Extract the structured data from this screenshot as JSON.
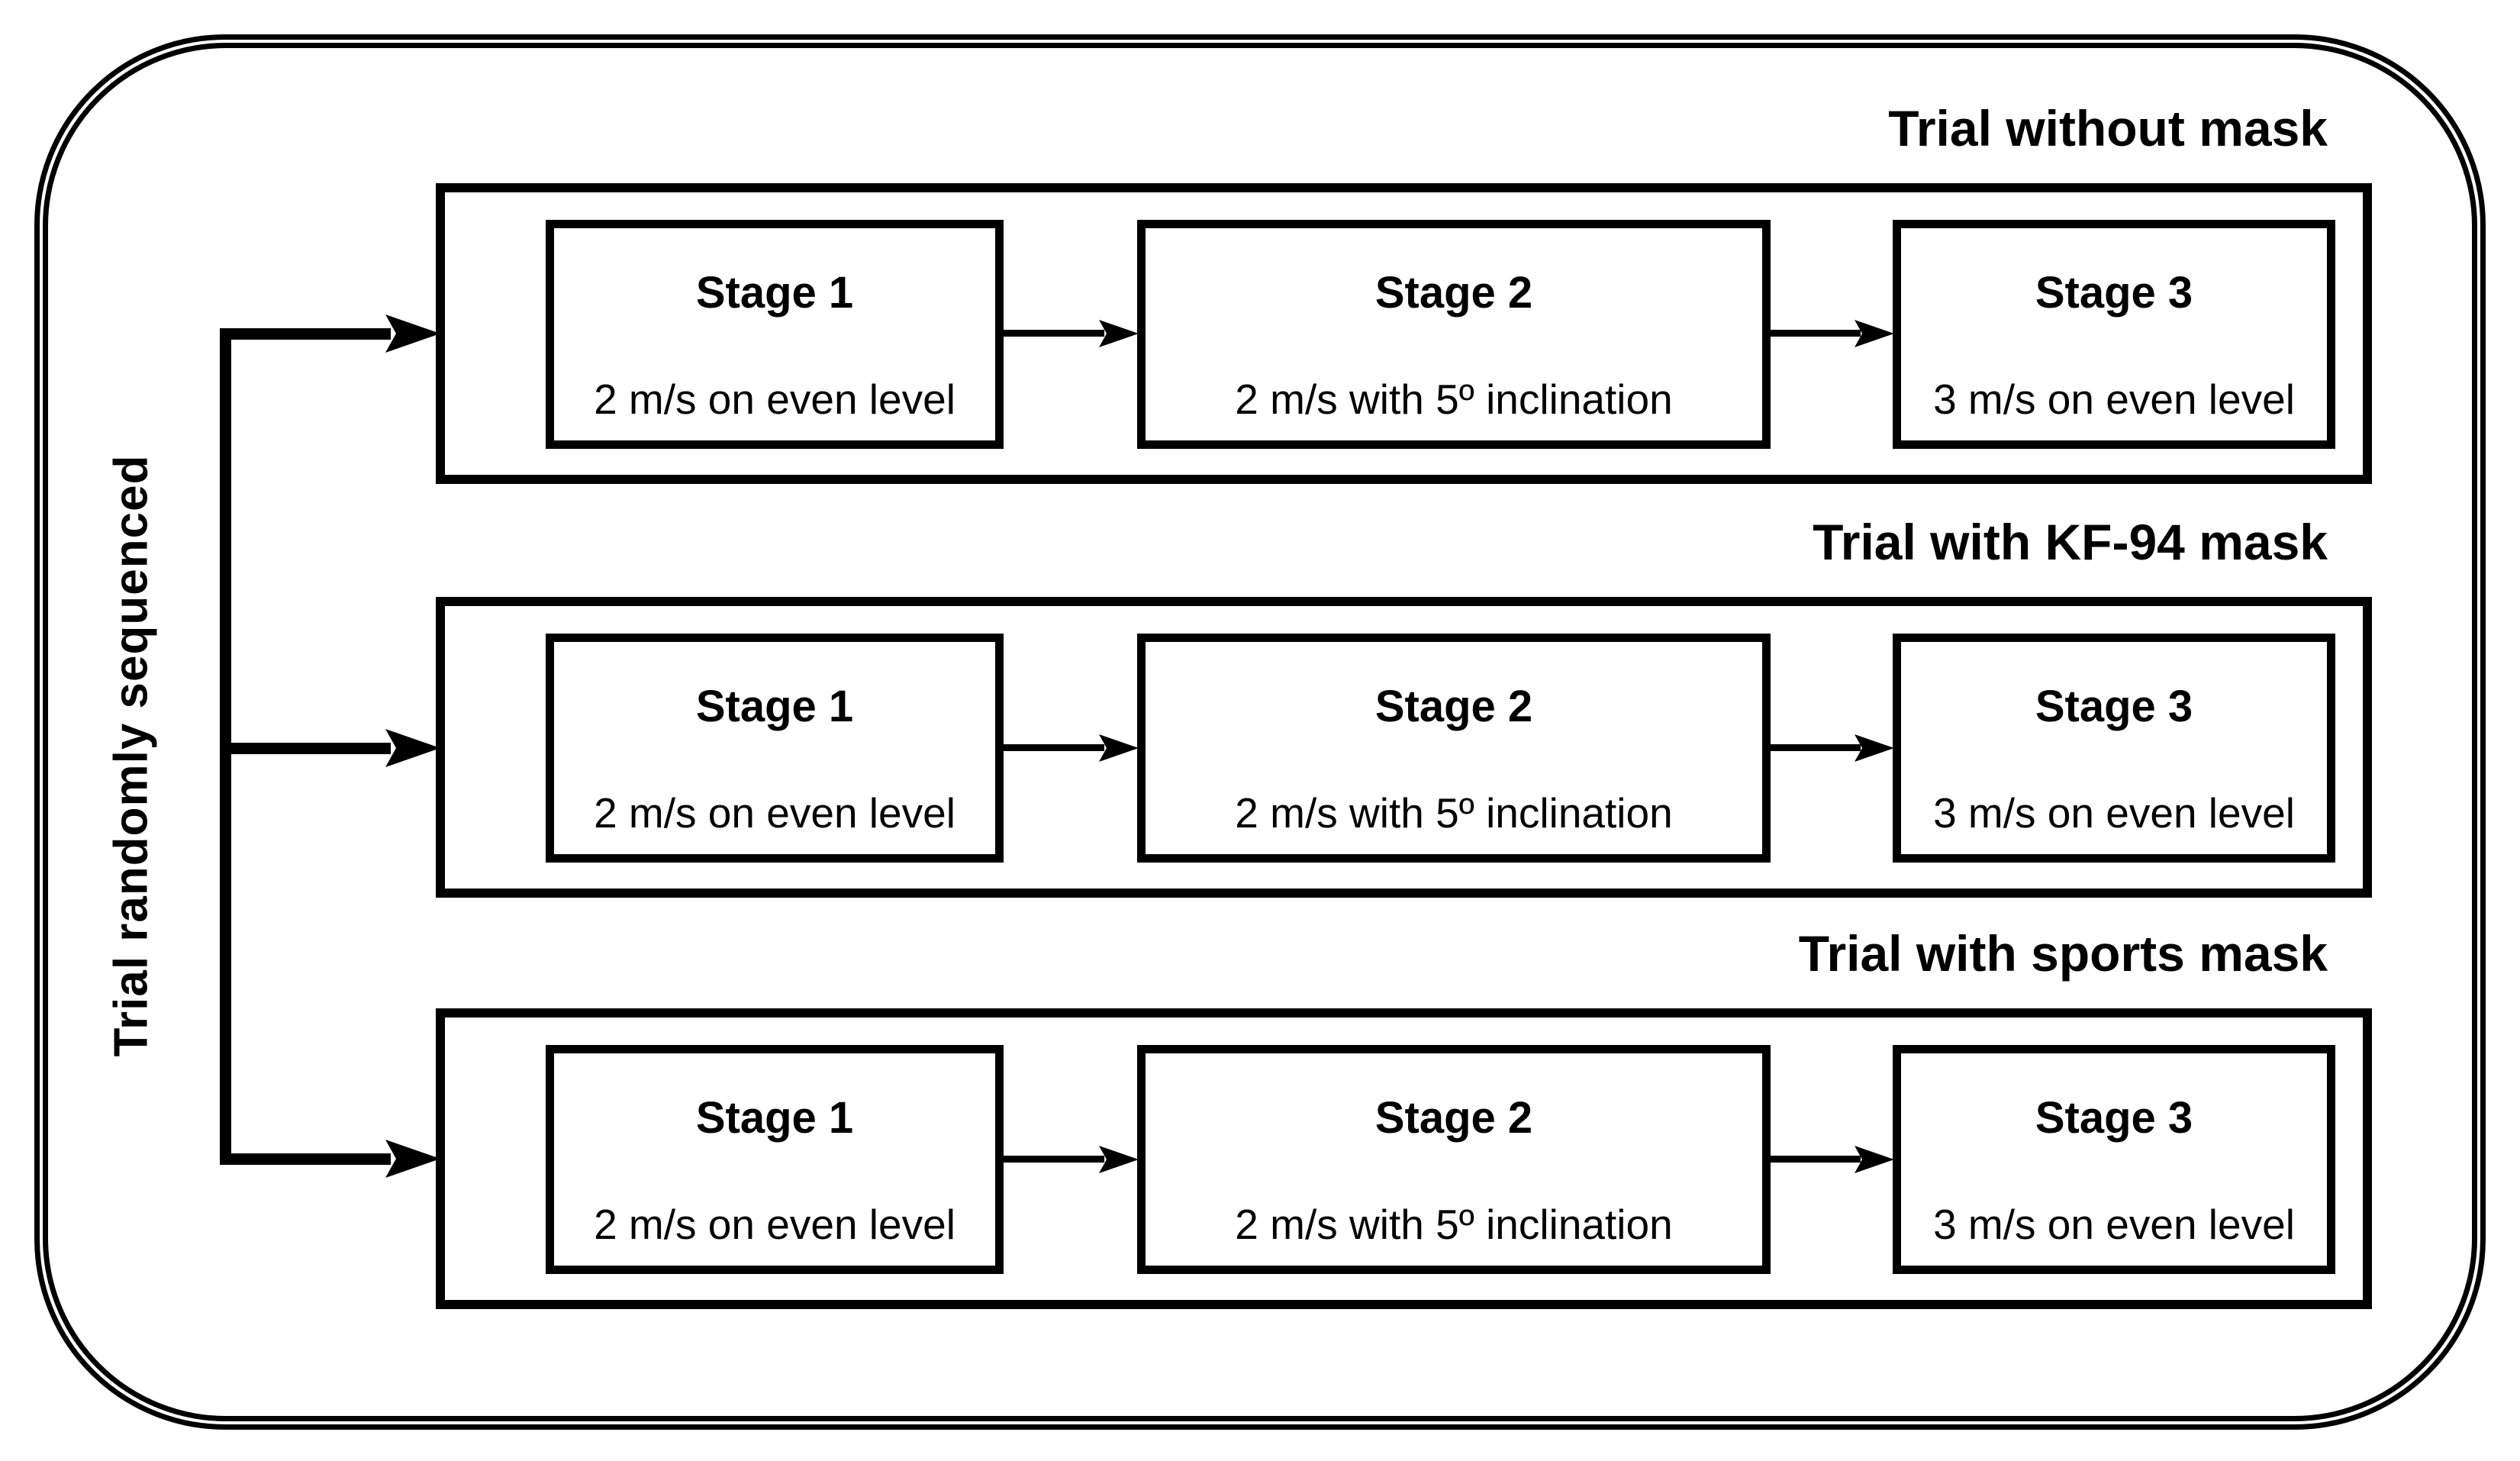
{
  "figure": {
    "side_label": "Trial randomly sequenced",
    "rows": [
      {
        "title": "Trial without mask",
        "stages": [
          {
            "name": "Stage 1",
            "desc": "2 m/s on even level"
          },
          {
            "name": "Stage 2",
            "desc": "2 m/s with 5º inclination"
          },
          {
            "name": "Stage 3",
            "desc": "3 m/s on even level"
          }
        ]
      },
      {
        "title": "Trial with KF-94 mask",
        "stages": [
          {
            "name": "Stage 1",
            "desc": "2 m/s on even level"
          },
          {
            "name": "Stage 2",
            "desc": "2 m/s with 5º inclination"
          },
          {
            "name": "Stage 3",
            "desc": "3 m/s on even level"
          }
        ]
      },
      {
        "title": "Trial with sports mask",
        "stages": [
          {
            "name": "Stage 1",
            "desc": "2 m/s on even level"
          },
          {
            "name": "Stage 2",
            "desc": "2 m/s with 5º inclination"
          },
          {
            "name": "Stage 3",
            "desc": "3 m/s on even level"
          }
        ]
      }
    ],
    "colors": {
      "ink": "#000000",
      "background": "#ffffff"
    }
  }
}
